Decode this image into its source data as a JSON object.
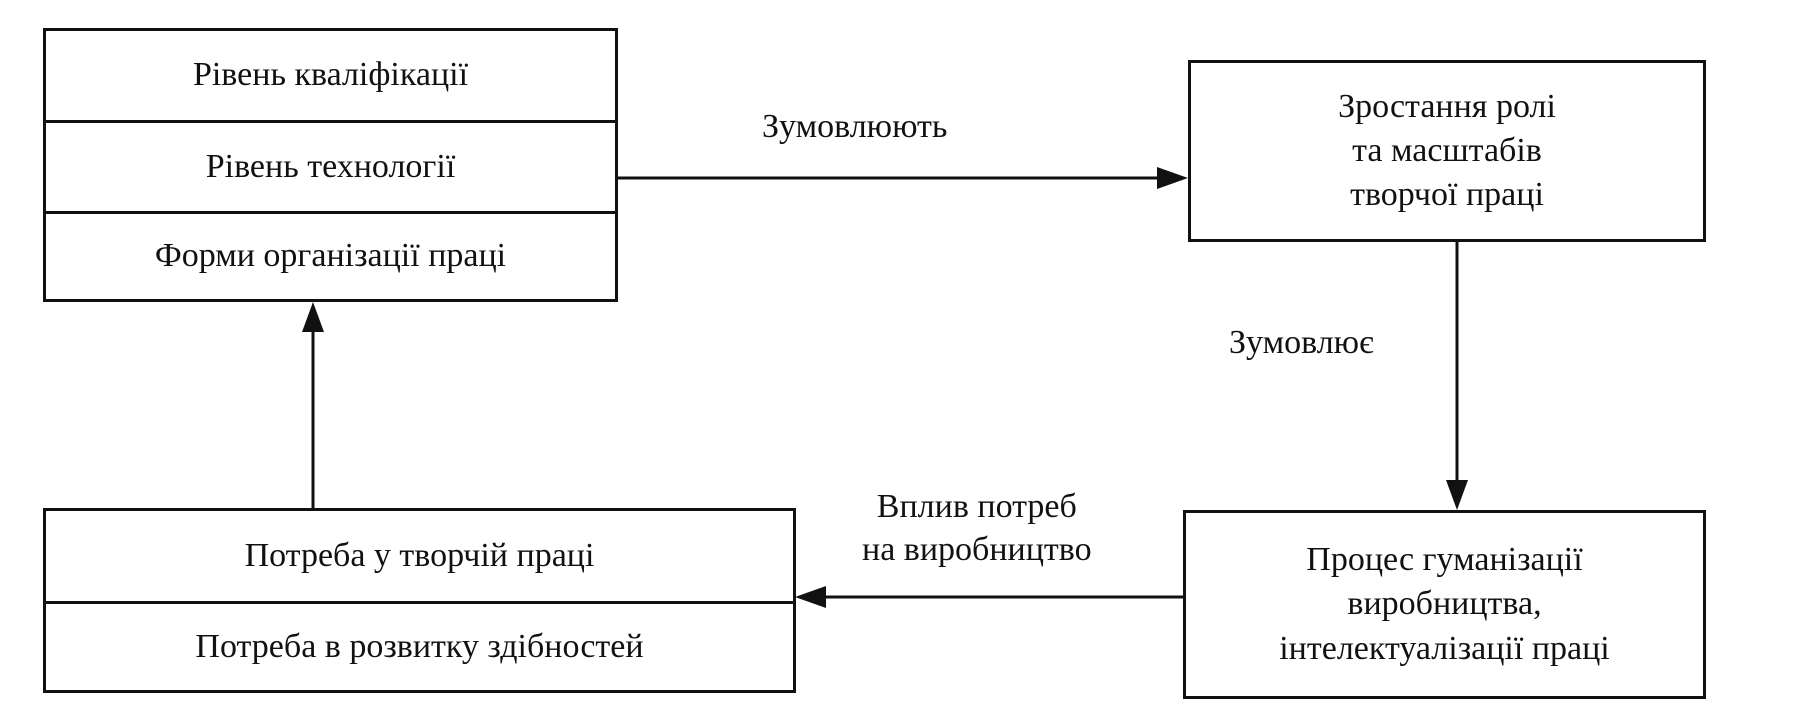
{
  "box_top_left": {
    "rows": [
      "Рівень кваліфікації",
      "Рівень технології",
      "Форми організації праці"
    ]
  },
  "box_top_right": {
    "lines": [
      "Зростання ролі",
      "та масштабів",
      "творчої праці"
    ]
  },
  "box_bottom_right": {
    "lines": [
      "Процес гуманізації",
      "виробництва,",
      "інтелектуалізації праці"
    ]
  },
  "box_bottom_left": {
    "rows": [
      "Потреба у творчій праці",
      "Потреба в розвитку здібностей"
    ]
  },
  "arrow_labels": {
    "top": "Зумовлюють",
    "right": "Зумовлює",
    "bottom": [
      "Вплив потреб",
      "на виробництво"
    ]
  }
}
